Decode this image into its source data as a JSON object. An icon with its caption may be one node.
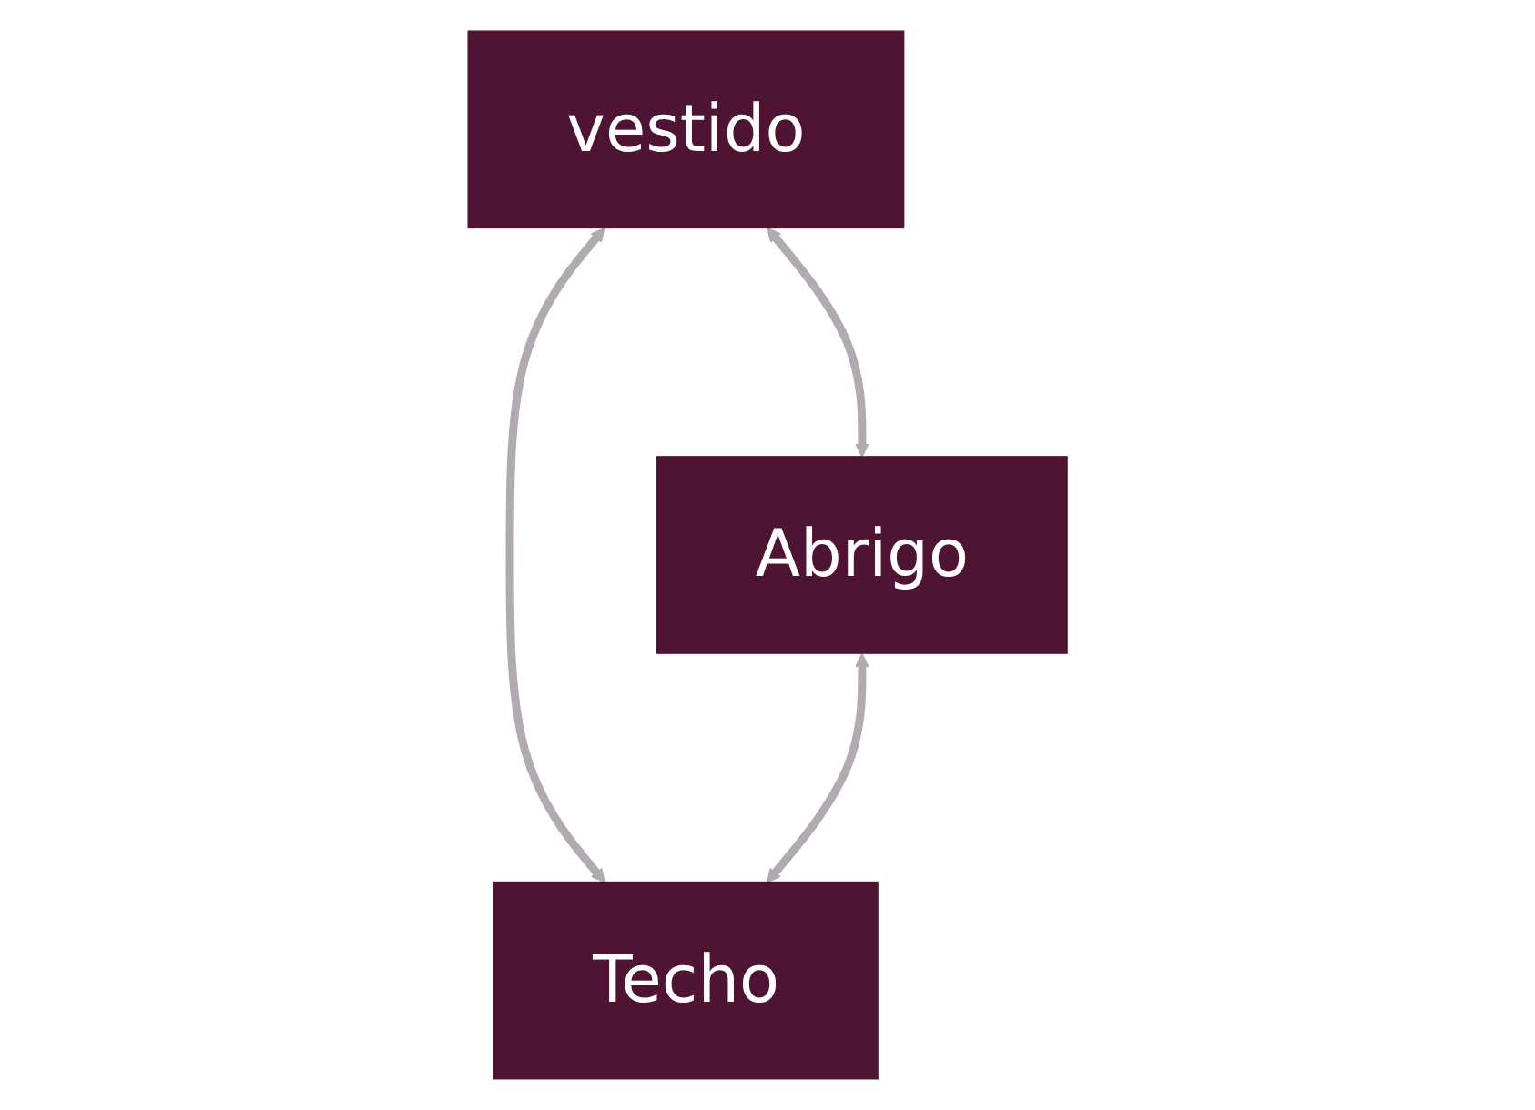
{
  "diagram": {
    "nodes": [
      {
        "text": [
          "vestido"
        ]
      },
      {
        "text": [
          "Abrigo"
        ]
      },
      {
        "text": [
          "Techo"
        ]
      }
    ],
    "edges": [
      {
        "from": 0,
        "to": 1,
        "arrow": "both"
      },
      {
        "from": 0,
        "to": 2,
        "arrow": "both"
      },
      {
        "from": 1,
        "to": 2,
        "arrow": "both"
      }
    ]
  }
}
